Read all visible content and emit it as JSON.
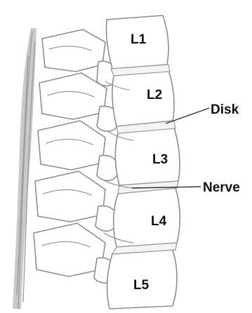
{
  "vertebrae": [
    {
      "id": "l1",
      "label": "L1"
    },
    {
      "id": "l2",
      "label": "L2"
    },
    {
      "id": "l3",
      "label": "L3"
    },
    {
      "id": "l4",
      "label": "L4"
    },
    {
      "id": "l5",
      "label": "L5"
    }
  ],
  "callouts": {
    "disk": "Disk",
    "nerve": "Nerve"
  },
  "colors": {
    "outline": "#8e8e8e",
    "skin": "#7a7a7a",
    "label": "#111111"
  }
}
